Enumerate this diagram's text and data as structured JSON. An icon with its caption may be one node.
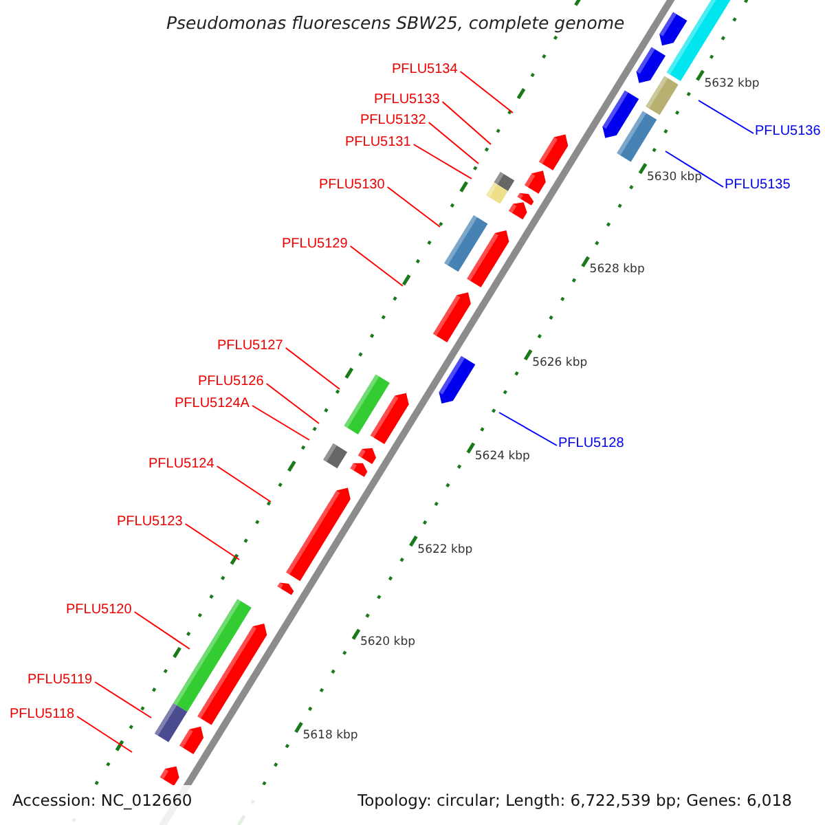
{
  "diagram": {
    "title": "Pseudomonas fluorescens SBW25, complete genome",
    "nodes": [
      {
        "text": [
          "PFLU5134"
        ]
      },
      {
        "text": [
          "PFLU5133"
        ]
      },
      {
        "text": [
          "PFLU5132"
        ]
      },
      {
        "text": [
          "PFLU5136"
        ]
      },
      {
        "text": [
          "PFLU5131"
        ]
      },
      {
        "text": [
          "PFLU5130"
        ]
      },
      {
        "text": [
          "PFLU5135"
        ]
      },
      {
        "text": [
          "PFLU5129"
        ]
      },
      {
        "text": [
          "PFLU5127"
        ]
      },
      {
        "text": [
          "PFLU5126"
        ]
      },
      {
        "text": [
          "PFLU5124A"
        ]
      },
      {
        "text": [
          "PFLU5128"
        ]
      },
      {
        "text": [
          "PFLU5124"
        ]
      },
      {
        "text": [
          "PFLU5123"
        ]
      },
      {
        "text": [
          "PFLU5120"
        ]
      },
      {
        "text": [
          "PFLU5119"
        ]
      },
      {
        "text": [
          "PFLU5118"
        ]
      }
    ],
    "edges": [
      {
        "from": 0,
        "to": null,
        "arrow": "none"
      },
      {
        "from": 1,
        "to": null,
        "arrow": "none"
      },
      {
        "from": 2,
        "to": null,
        "arrow": "none"
      },
      {
        "from": 3,
        "to": null,
        "arrow": "none",
        "color": "#0000ff"
      },
      {
        "from": 4,
        "to": null,
        "arrow": "none"
      },
      {
        "from": 5,
        "to": null,
        "arrow": "none"
      },
      {
        "from": 6,
        "to": null,
        "arrow": "none",
        "color": "#0000ff"
      },
      {
        "from": 7,
        "to": null,
        "arrow": "none"
      },
      {
        "from": 8,
        "to": null,
        "arrow": "none"
      },
      {
        "from": 9,
        "to": null,
        "arrow": "none"
      },
      {
        "from": 10,
        "to": null,
        "arrow": "none"
      },
      {
        "from": 11,
        "to": null,
        "arrow": "none",
        "color": "#0000ff"
      },
      {
        "from": 12,
        "to": null,
        "arrow": "none"
      },
      {
        "from": 13,
        "to": null,
        "arrow": "none"
      },
      {
        "from": 14,
        "to": null,
        "arrow": "none"
      },
      {
        "from": 15,
        "to": null,
        "arrow": "none"
      },
      {
        "from": 16,
        "to": null,
        "arrow": "none"
      }
    ],
    "labels": [
      "5632 kbp",
      "5630 kbp",
      "5628 kbp",
      "5626 kbp",
      "5624 kbp",
      "5622 kbp",
      "5620 kbp",
      "5618 kbp",
      "Accession: NC_012660",
      "Topology: circular; Length: 6,722,539 bp; Genes: 6,018"
    ]
  }
}
